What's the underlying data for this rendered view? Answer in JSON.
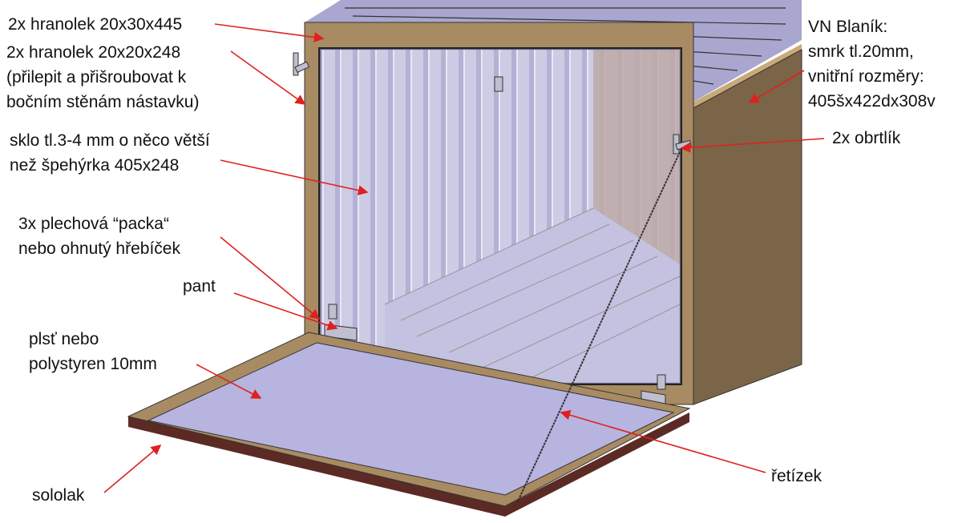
{
  "labels": {
    "frame_top_bottom": "2x hranolek 20x30x445",
    "frame_sides_1": "2x hranolek 20x20x248",
    "frame_sides_2": "(přilepit a přišroubovat k",
    "frame_sides_3": "bočním stěnám nástavku)",
    "glass_1": "sklo tl.3-4 mm o něco větší",
    "glass_2": "než špehýrka 405x248",
    "tabs_1": "3x plechová “packa“",
    "tabs_2": "nebo ohnutý hřebíček",
    "hinge": "pant",
    "insulation_1": "plsť nebo",
    "insulation_2": "polystyren 10mm",
    "hardboard": "sololak",
    "hive_1": "VN Blaník:",
    "hive_2": "smrk tl.20mm,",
    "hive_3": "vnitřní rozměry:",
    "hive_4": "405šx422dx308v",
    "latches": "2x obrtlík",
    "chain": "řetízek"
  },
  "colors": {
    "wood": "#a88b62",
    "wood_dark": "#7a6548",
    "interior": "#b9b7dd",
    "arrow": "#e02020"
  }
}
